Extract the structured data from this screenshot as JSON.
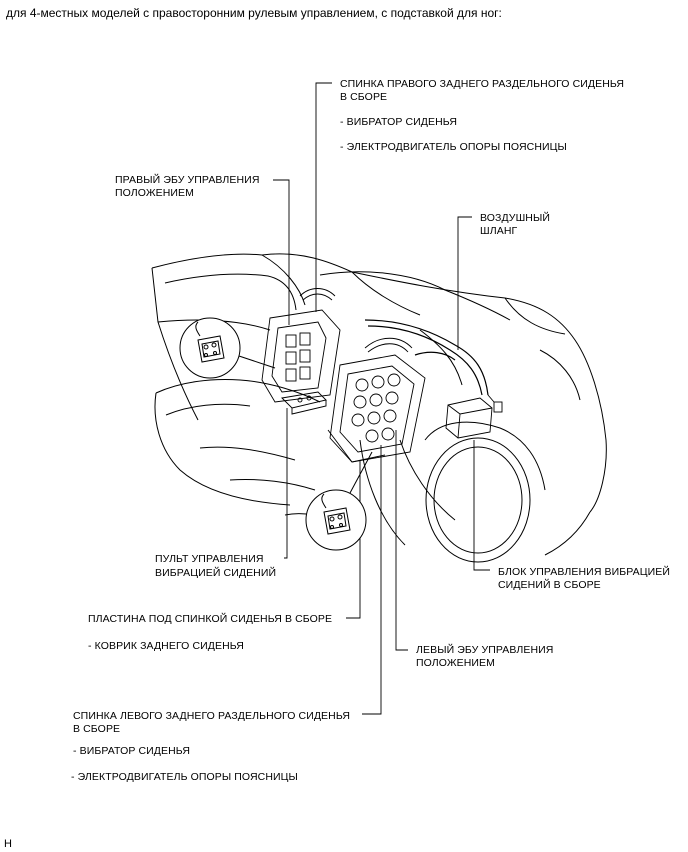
{
  "header": "для 4-местных моделей с правосторонним рулевым управлением, с подставкой для ног:",
  "labels": {
    "right_seatback_title_1": "СПИНКА ПРАВОГО ЗАДНЕГО РАЗДЕЛЬНОГО СИДЕНЬЯ",
    "right_seatback_title_2": "В СБОРЕ",
    "right_seatback_sub_1": "- ВИБРАТОР СИДЕНЬЯ",
    "right_seatback_sub_2": "- ЭЛЕКТРОДВИГАТЕЛЬ ОПОРЫ ПОЯСНИЦЫ",
    "right_ecu_1": "ПРАВЫЙ ЭБУ УПРАВЛЕНИЯ",
    "right_ecu_2": "ПОЛОЖЕНИЕМ",
    "air_hose_1": "ВОЗДУШНЫЙ",
    "air_hose_2": "ШЛАНГ",
    "vibration_switch_1": "ПУЛЬТ УПРАВЛЕНИЯ",
    "vibration_switch_2": "ВИБРАЦИЕЙ СИДЕНИЙ",
    "vibration_unit_1": "БЛОК УПРАВЛЕНИЯ ВИБРАЦИЕЙ",
    "vibration_unit_2": "СИДЕНИЙ В СБОРЕ",
    "plate_title": "ПЛАСТИНА ПОД СПИНКОЙ СИДЕНЬЯ В СБОРЕ",
    "plate_sub": "- КОВРИК ЗАДНЕГО СИДЕНЬЯ",
    "left_ecu_1": "ЛЕВЫЙ ЭБУ УПРАВЛЕНИЯ",
    "left_ecu_2": "ПОЛОЖЕНИЕМ",
    "left_seatback_title_1": "СПИНКА ЛЕВОГО ЗАДНЕГО РАЗДЕЛЬНОГО СИДЕНЬЯ",
    "left_seatback_title_2": "В СБОРЕ",
    "left_seatback_sub_1": "- ВИБРАТОР СИДЕНЬЯ",
    "left_seatback_sub_2": "- ЭЛЕКТРОДВИГАТЕЛЬ ОПОРЫ ПОЯСНИЦЫ"
  },
  "figure_code": "H"
}
